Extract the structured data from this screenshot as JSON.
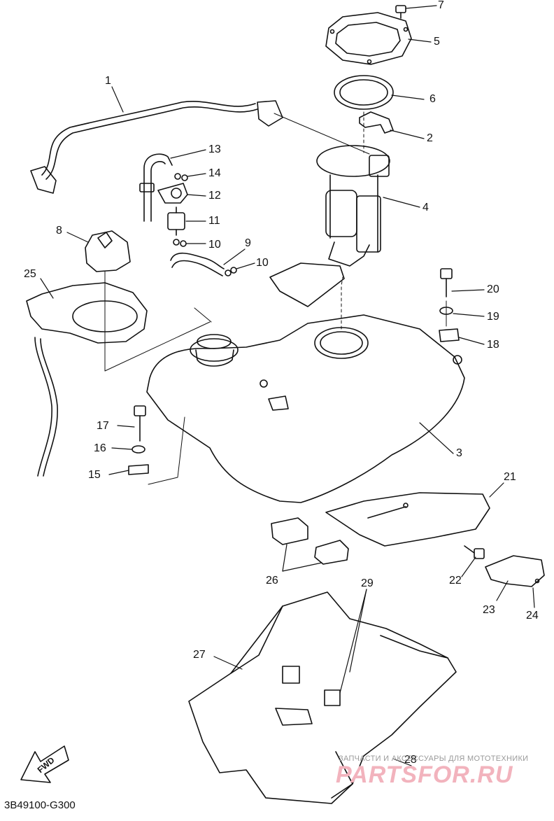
{
  "callouts": [
    {
      "id": "c1",
      "text": "1"
    },
    {
      "id": "c2",
      "text": "2"
    },
    {
      "id": "c3",
      "text": "3"
    },
    {
      "id": "c4",
      "text": "4"
    },
    {
      "id": "c5",
      "text": "5"
    },
    {
      "id": "c6",
      "text": "6"
    },
    {
      "id": "c7",
      "text": "7"
    },
    {
      "id": "c8",
      "text": "8"
    },
    {
      "id": "c9",
      "text": "9"
    },
    {
      "id": "c10a",
      "text": "10"
    },
    {
      "id": "c10b",
      "text": "10"
    },
    {
      "id": "c11",
      "text": "11"
    },
    {
      "id": "c12",
      "text": "12"
    },
    {
      "id": "c13",
      "text": "13"
    },
    {
      "id": "c14",
      "text": "14"
    },
    {
      "id": "c15",
      "text": "15"
    },
    {
      "id": "c16",
      "text": "16"
    },
    {
      "id": "c17",
      "text": "17"
    },
    {
      "id": "c18",
      "text": "18"
    },
    {
      "id": "c19",
      "text": "19"
    },
    {
      "id": "c20",
      "text": "20"
    },
    {
      "id": "c21",
      "text": "21"
    },
    {
      "id": "c22",
      "text": "22"
    },
    {
      "id": "c23",
      "text": "23"
    },
    {
      "id": "c24",
      "text": "24"
    },
    {
      "id": "c25",
      "text": "25"
    },
    {
      "id": "c26",
      "text": "26"
    },
    {
      "id": "c27",
      "text": "27"
    },
    {
      "id": "c28",
      "text": "28"
    },
    {
      "id": "c29",
      "text": "29"
    }
  ],
  "catalog_code": "3B49100-G300",
  "fwd_label": "FWD",
  "watermark": {
    "tagline": "ЗАПЧАСТИ И АКСЕССУАРЫ ДЛЯ МОТОТЕХНИКИ",
    "brand": "PARTSFOR.RU"
  },
  "colors": {
    "line": "#111111",
    "watermark": "#f2b3bd"
  }
}
